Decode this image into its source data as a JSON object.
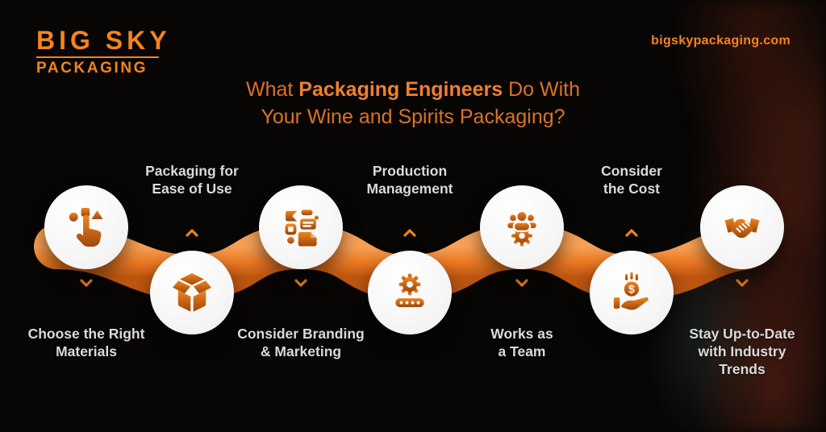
{
  "brand": {
    "name_top": "BIG SKY",
    "name_bottom": "PACKAGING",
    "website": "bigskypackaging.com"
  },
  "title": {
    "line1_pre": "What ",
    "line1_bold": "Packaging Engineers",
    "line1_post": " Do With",
    "line2": "Your Wine and Spirits Packaging?"
  },
  "colors": {
    "accent_orange": "#F5831F",
    "title_orange": "#DC7226",
    "ribbon_top": "#F7A055",
    "ribbon_mid": "#EB7A24",
    "ribbon_bottom": "#BC5510",
    "icon_gradient_top": "#F0831F",
    "icon_gradient_bottom": "#9E480B",
    "circle_fill": "#FAFAFA",
    "label_text": "#DADADA",
    "background": "#070605"
  },
  "steps": [
    {
      "icon": "choose-materials-icon",
      "position": "up",
      "label_lines": [
        "Choose the Right",
        "Materials"
      ]
    },
    {
      "icon": "open-box-icon",
      "position": "down",
      "label_lines": [
        "Packaging for",
        "Ease of Use"
      ]
    },
    {
      "icon": "branding-marketing-icon",
      "position": "up",
      "label_lines": [
        "Consider Branding",
        "& Marketing"
      ]
    },
    {
      "icon": "production-management-icon",
      "position": "down",
      "label_lines": [
        "Production",
        "Management"
      ]
    },
    {
      "icon": "teamwork-icon",
      "position": "up",
      "label_lines": [
        "Works as",
        "a Team"
      ]
    },
    {
      "icon": "cost-icon",
      "position": "down",
      "label_lines": [
        "Consider",
        "the Cost"
      ],
      "coin_symbol": "$"
    },
    {
      "icon": "handshake-icon",
      "position": "up",
      "label_lines": [
        "Stay Up-to-Date",
        "with Industry",
        "Trends"
      ]
    }
  ]
}
